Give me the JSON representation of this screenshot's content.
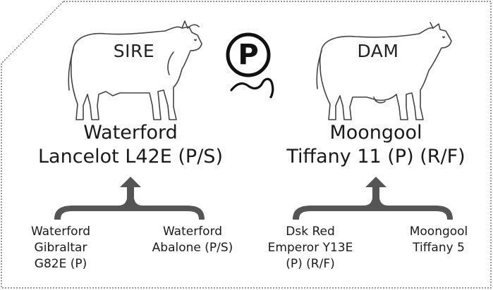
{
  "logo": {
    "letter": "P",
    "icon": "polled-p-icon"
  },
  "sire": {
    "tag": "SIRE",
    "name": "Waterford\nLancelot L42E (P/S)",
    "grandparents": [
      {
        "name": "Waterford\nGibraltar\nG82E (P)"
      },
      {
        "name": "Waterford\nAbalone (P/S)"
      }
    ]
  },
  "dam": {
    "tag": "DAM",
    "name": "Moongool\nTiffany 11 (P) (R/F)",
    "grandparents": [
      {
        "name": "Dsk Red\nEmperor Y13E\n(P) (R/F)"
      },
      {
        "name": "Moongool\nTiffany 5"
      }
    ]
  },
  "colors": {
    "line": "#444444",
    "brace": "#555555",
    "frame": "#555555"
  }
}
